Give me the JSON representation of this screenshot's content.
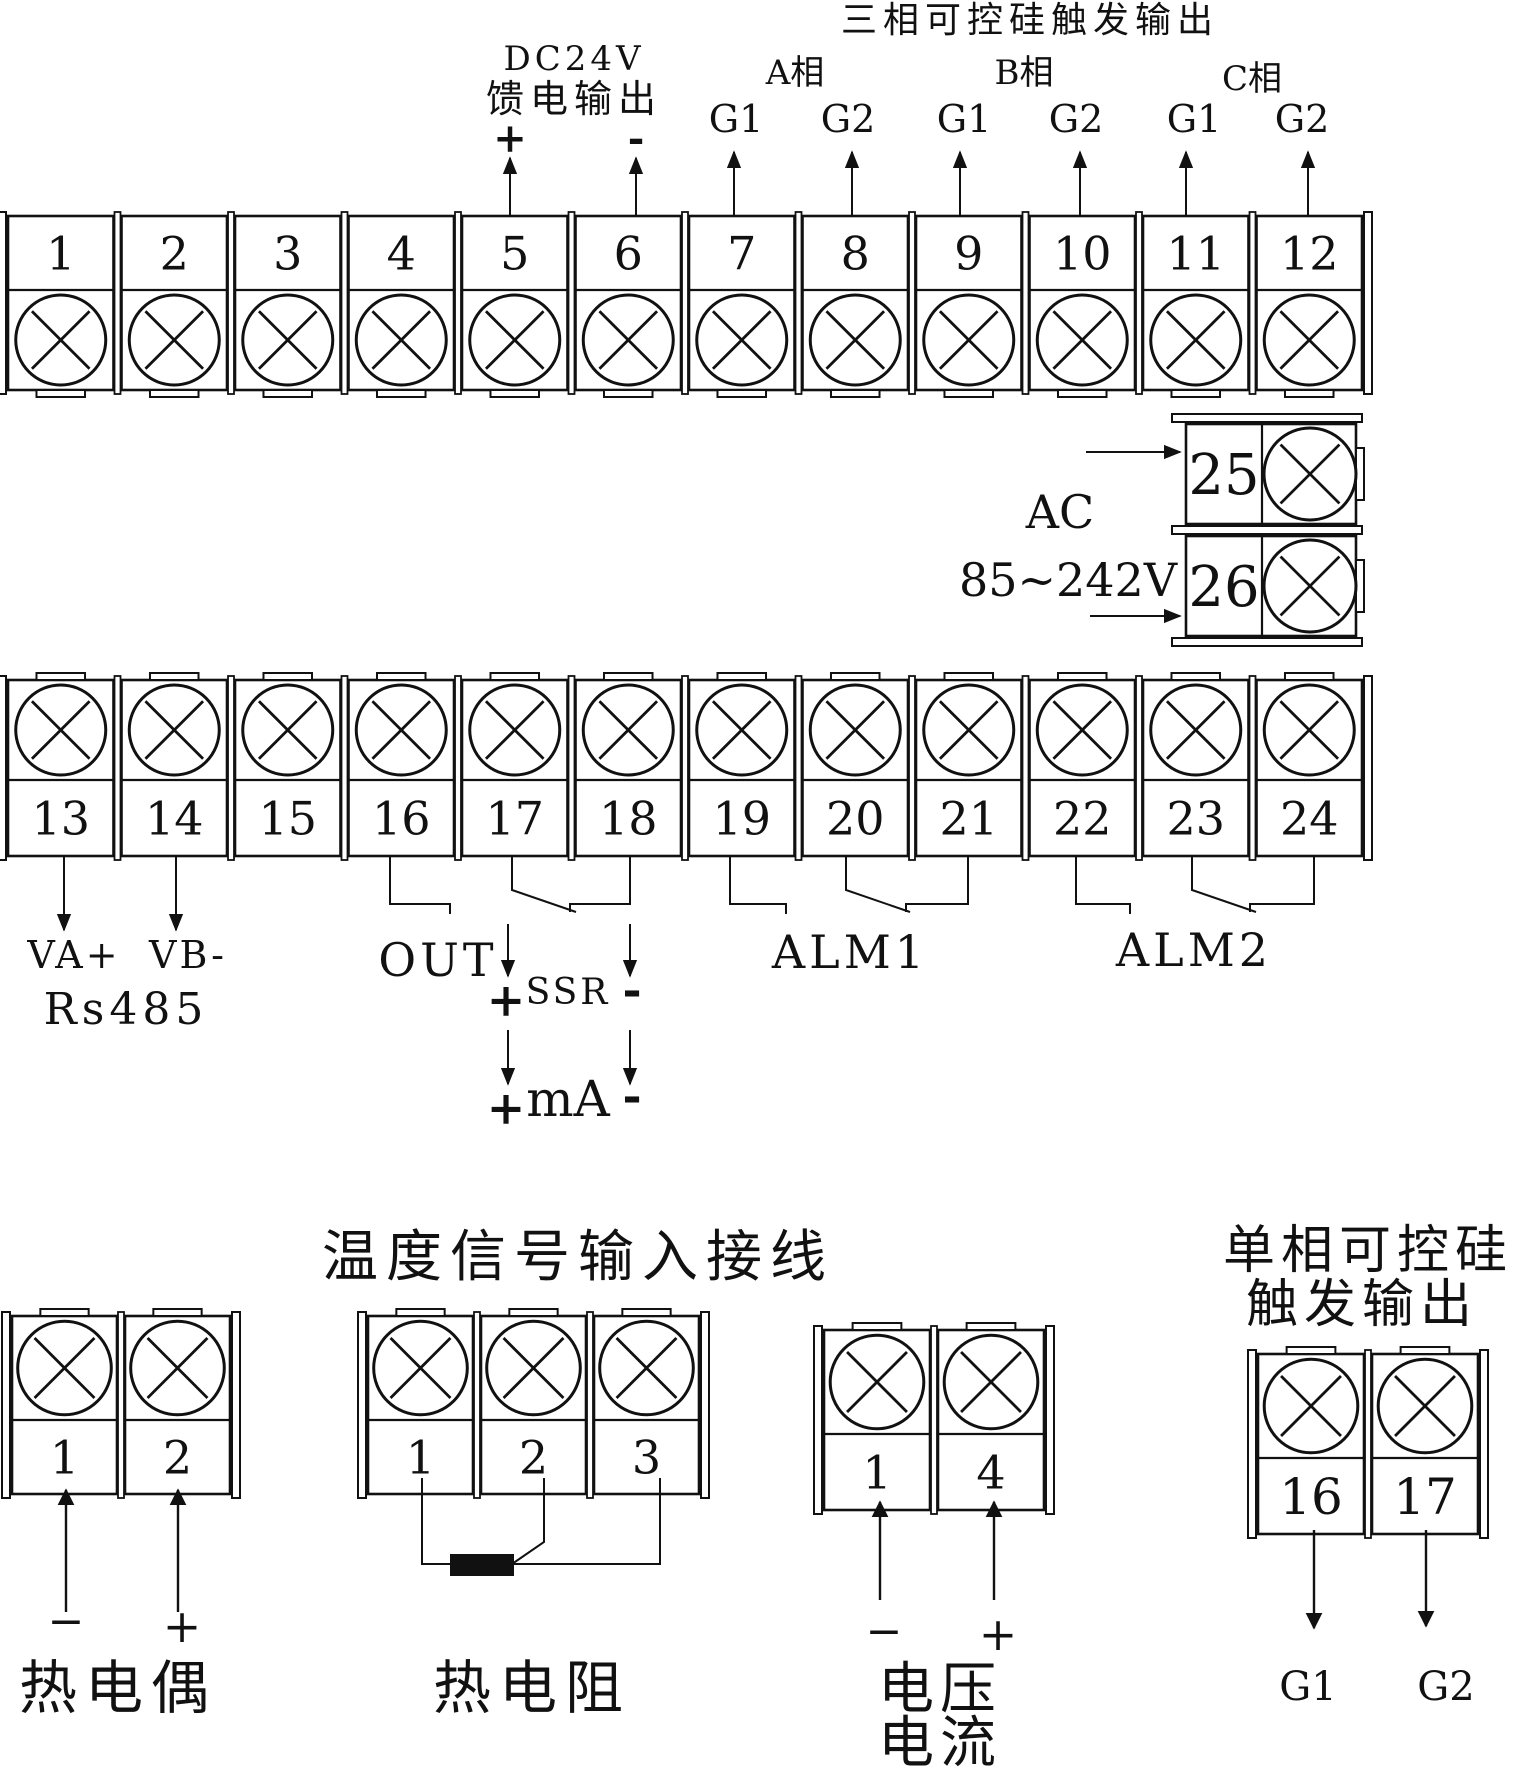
{
  "colors": {
    "ink": "#111111",
    "paper": "#ffffff"
  },
  "top_row": {
    "title": "三相可控硅触发输出",
    "feed": {
      "line1": "DC24V",
      "line2": "馈电输出",
      "plus": "+",
      "minus": "-"
    },
    "phases": [
      {
        "label": "A相",
        "g1": "G1",
        "g2": "G2"
      },
      {
        "label": "B相",
        "g1": "G1",
        "g2": "G2"
      },
      {
        "label": "C相",
        "g1": "G1",
        "g2": "G2"
      }
    ],
    "terminals": [
      "1",
      "2",
      "3",
      "4",
      "5",
      "6",
      "7",
      "8",
      "9",
      "10",
      "11",
      "12"
    ]
  },
  "power": {
    "terminals": [
      "25",
      "26"
    ],
    "line1": "AC",
    "line2": "85~242V"
  },
  "bottom_row": {
    "terminals": [
      "13",
      "14",
      "15",
      "16",
      "17",
      "18",
      "19",
      "20",
      "21",
      "22",
      "23",
      "24"
    ],
    "rs485": {
      "va": "VA+",
      "vb": "VB-",
      "name": "Rs485"
    },
    "out": "OUT",
    "ssr": {
      "plus": "+",
      "label": "SSR",
      "minus": "-"
    },
    "ma": {
      "plus": "+",
      "label": "mA",
      "minus": "-"
    },
    "alm1": "ALM1",
    "alm2": "ALM2"
  },
  "temperature_input": {
    "title": "温度信号输入接线",
    "thermocouple": {
      "terminals": [
        "1",
        "2"
      ],
      "minus": "−",
      "plus": "+",
      "label": "热电偶"
    },
    "rtd": {
      "terminals": [
        "1",
        "2",
        "3"
      ],
      "label": "热电阻"
    },
    "voltage_current": {
      "terminals": [
        "1",
        "4"
      ],
      "minus": "−",
      "plus": "+",
      "line1": "电压",
      "line2": "电流"
    }
  },
  "single_phase": {
    "title_line1": "单相可控硅",
    "title_line2": "触发输出",
    "terminals": [
      "16",
      "17"
    ],
    "g1": "G1",
    "g2": "G2"
  }
}
